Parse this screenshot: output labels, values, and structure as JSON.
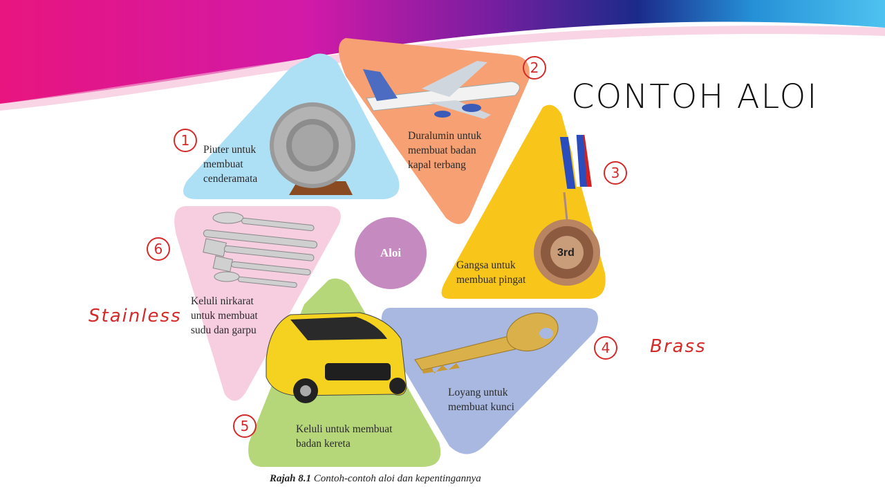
{
  "slide": {
    "title": "CONTOH ALOI",
    "center": "Aloi",
    "caption_bold": "Rajah 8.1",
    "caption_italic": "Contoh-contoh aloi dan kepentingannya"
  },
  "petals": [
    {
      "number": "1",
      "line1": "Piuter untuk",
      "line2": "membuat",
      "line3": "cenderamata",
      "color": "#aee0f5"
    },
    {
      "number": "2",
      "line1": "Duralumin untuk",
      "line2": "membuat badan",
      "line3": "kapal terbang",
      "color": "#f6a073"
    },
    {
      "number": "3",
      "line1": "Gangsa untuk",
      "line2": "membuat pingat",
      "color": "#f8c51b"
    },
    {
      "number": "4",
      "line1": "Loyang untuk",
      "line2": "membuat kunci",
      "color": "#a8b8e0"
    },
    {
      "number": "5",
      "line1": "Keluli untuk membuat",
      "line2": "badan kereta",
      "color": "#b5d77a"
    },
    {
      "number": "6",
      "line1": "Keluli nirkarat",
      "line2": "untuk membuat",
      "line3": "sudu dan garpu",
      "color": "#f7cde0"
    }
  ],
  "annotations": {
    "stainless": "Stainless",
    "brass": "Brass"
  },
  "medal_text": "3rd",
  "colors": {
    "banner_pink": "#e51a8f",
    "banner_blue": "#1a78c8",
    "center_purple": "#c58bc0",
    "ink_red": "#d42a2a"
  }
}
